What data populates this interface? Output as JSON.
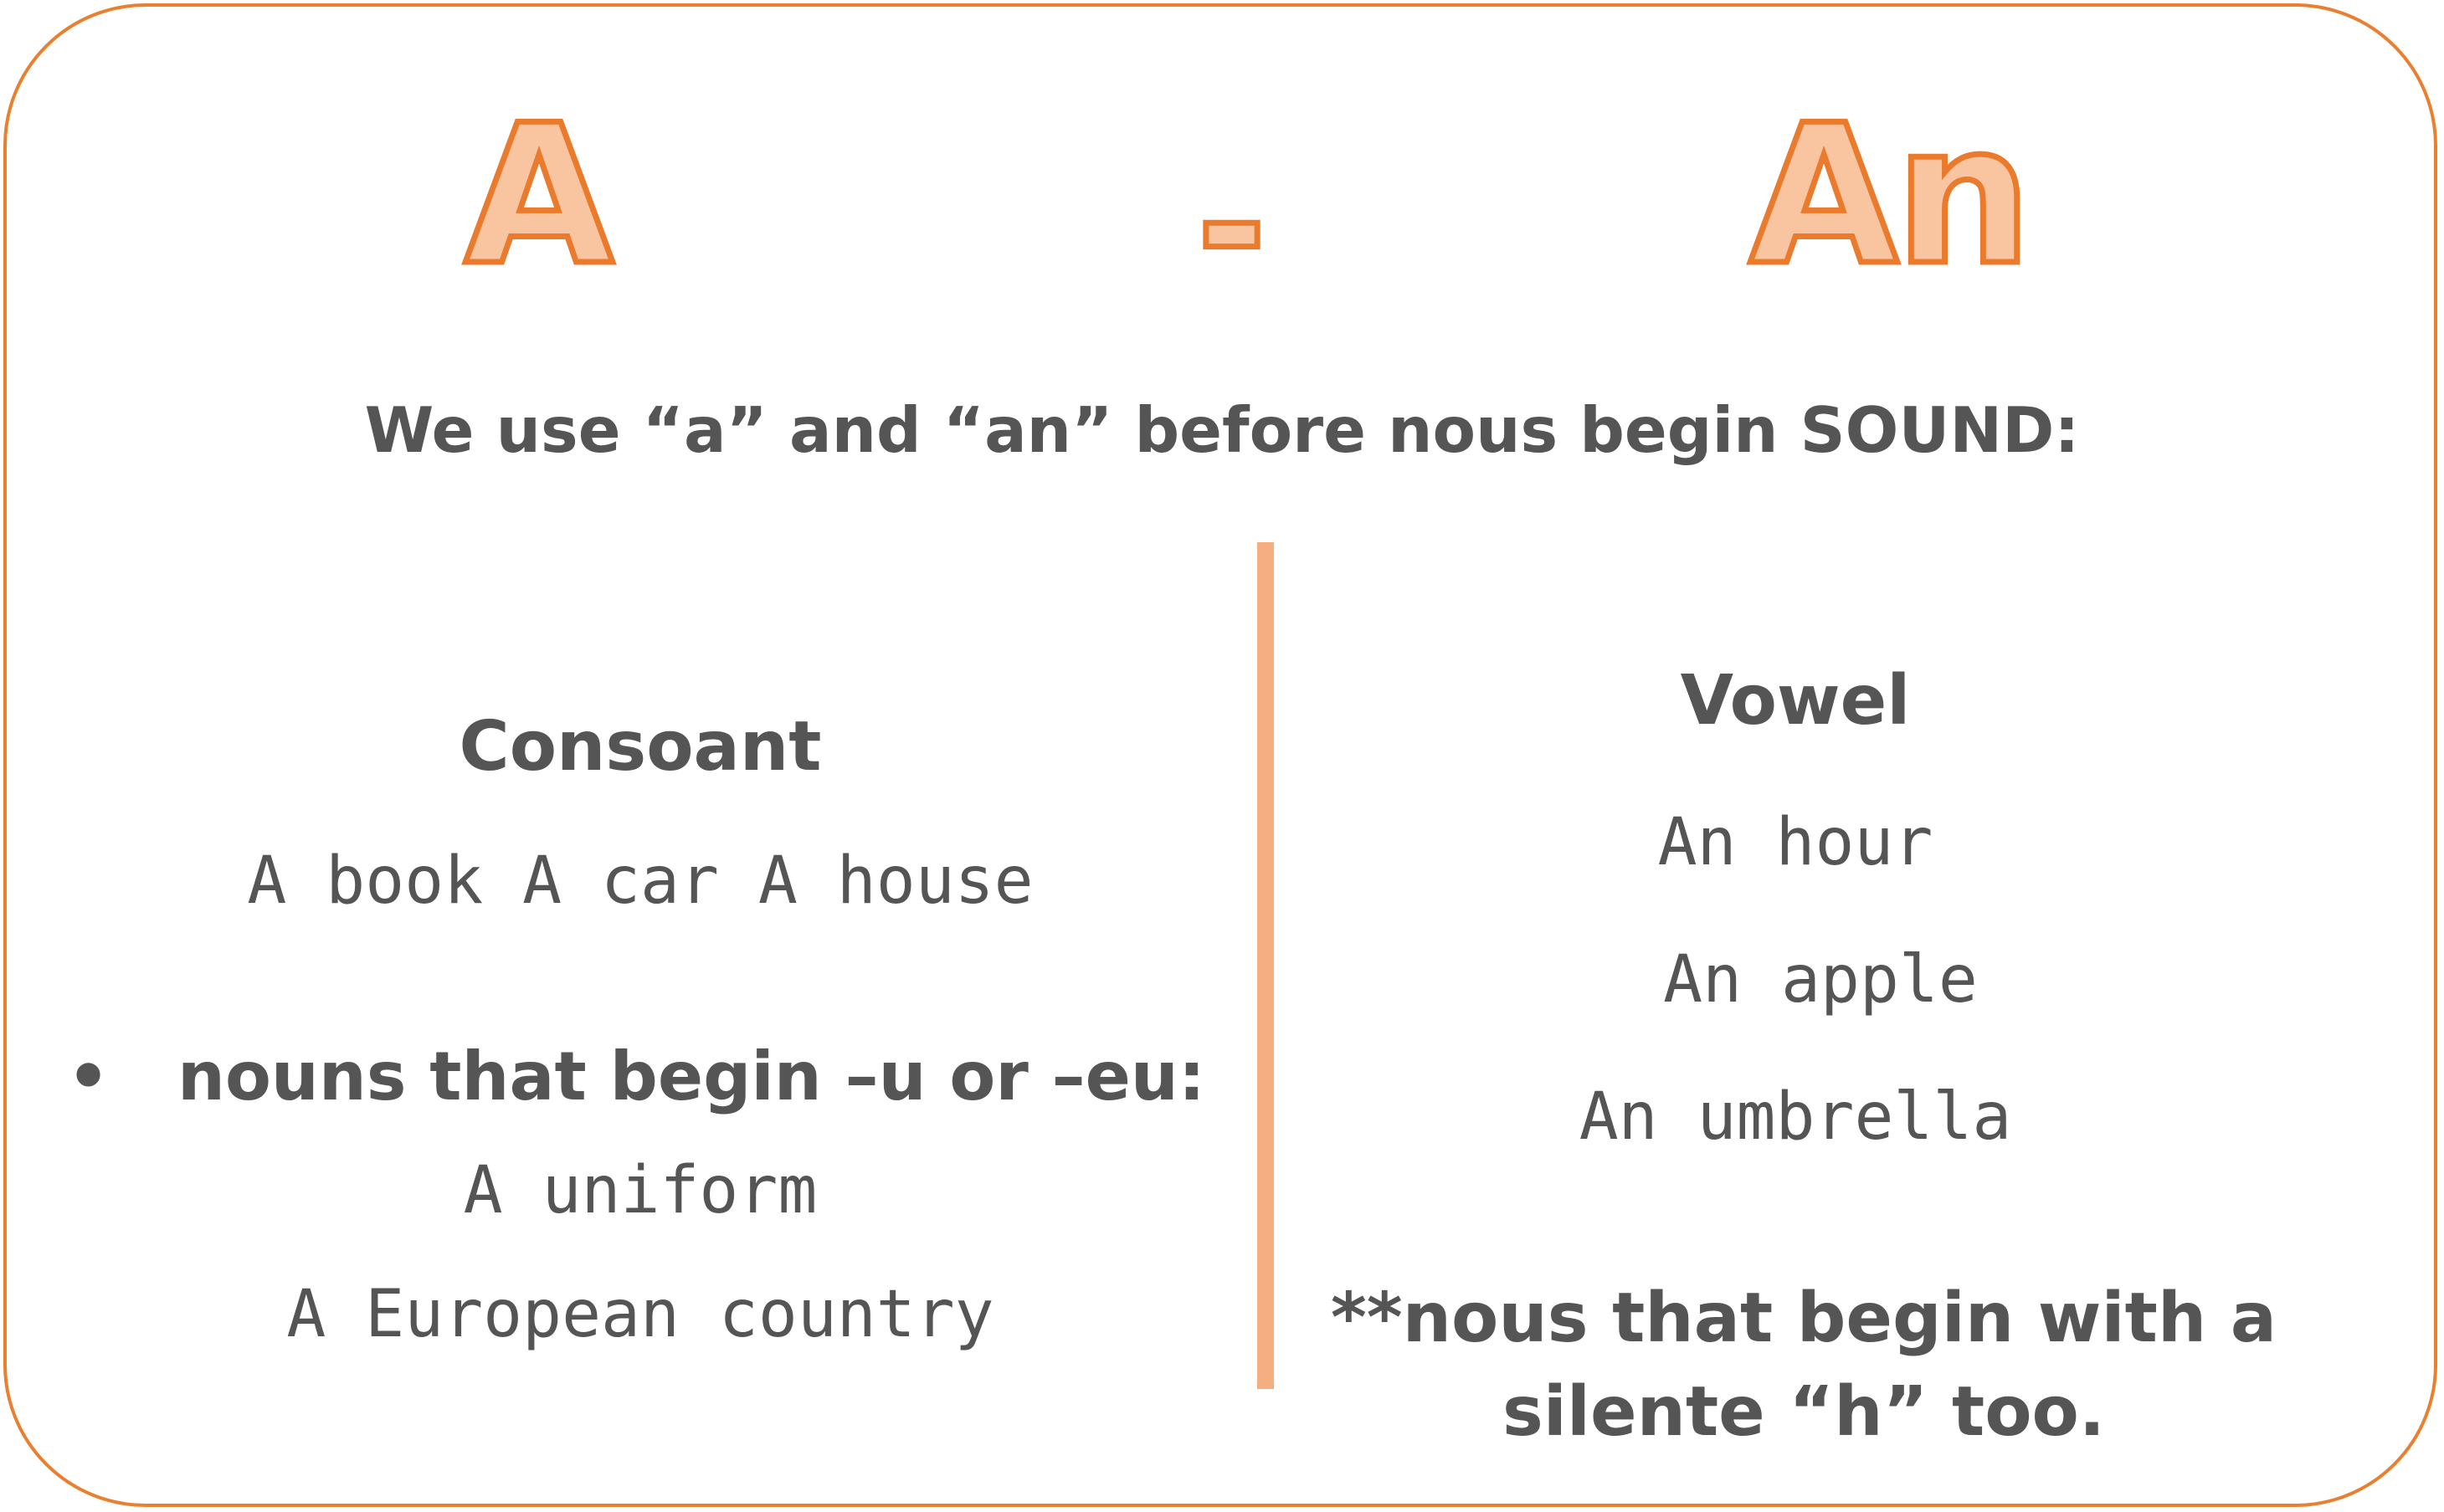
{
  "title": {
    "left": "A",
    "separator": "-",
    "right": "An"
  },
  "subtitle": "We use “a” and “an” before nous begin SOUND:",
  "colors": {
    "border": "#e8802f",
    "title_fill": "#f9c4a0",
    "title_stroke": "#ea7a2c",
    "divider": "#f4ae82",
    "text": "#555555"
  },
  "consonant": {
    "heading": "Consoant",
    "examples": "A book  A car A house",
    "bullet_symbol": "•",
    "bullet_text": "nouns that begin –u or –eu:",
    "bullet_examples": [
      "A uniform",
      "A European country"
    ]
  },
  "vowel": {
    "heading": "Vowel",
    "examples": [
      "An hour",
      "An apple",
      "An umbrella"
    ],
    "note_line1": "**nous that begin with a",
    "note_line2": "silente “h” too."
  }
}
